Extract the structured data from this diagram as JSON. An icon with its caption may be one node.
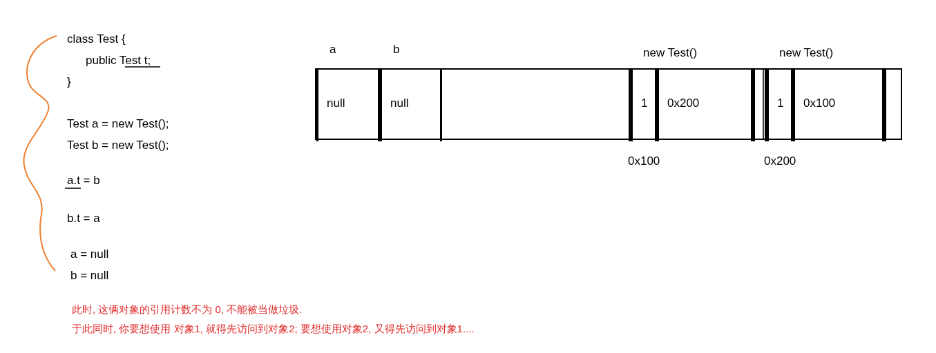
{
  "diagram": {
    "nodes": [
      {
        "text": [],
        "shape": "box"
      },
      {
        "text": [
          "null"
        ],
        "beside": [
          "a"
        ],
        "in": 0
      },
      {
        "text": [
          "null"
        ],
        "beside": [
          "b"
        ],
        "in": 0
      },
      {
        "text": [
          "new Test()"
        ],
        "beside": [
          "0x100"
        ],
        "in": 0
      },
      {
        "text": [
          "1"
        ],
        "in": 3
      },
      {
        "text": [
          "0x200"
        ],
        "in": 3
      },
      {
        "text": [
          "new Test()"
        ],
        "beside": [
          "0x200"
        ],
        "in": 0
      },
      {
        "text": [
          "1"
        ],
        "in": 6
      },
      {
        "text": [
          "0x100"
        ],
        "in": 6
      }
    ],
    "labels": [
      "class Test {",
      "public Test t;",
      "}",
      "Test a = new Test();",
      "Test b = new Test();",
      "a.t = b",
      "b.t = a",
      "a = null",
      "b = null",
      "此时, 这俩对象的引用计数不为 0, 不能被当做垃圾.",
      "于此同时, 你要想使用 对象1, 就得先访问到对象2; 要想使用对象2, 又得先访问到对象1...."
    ]
  }
}
